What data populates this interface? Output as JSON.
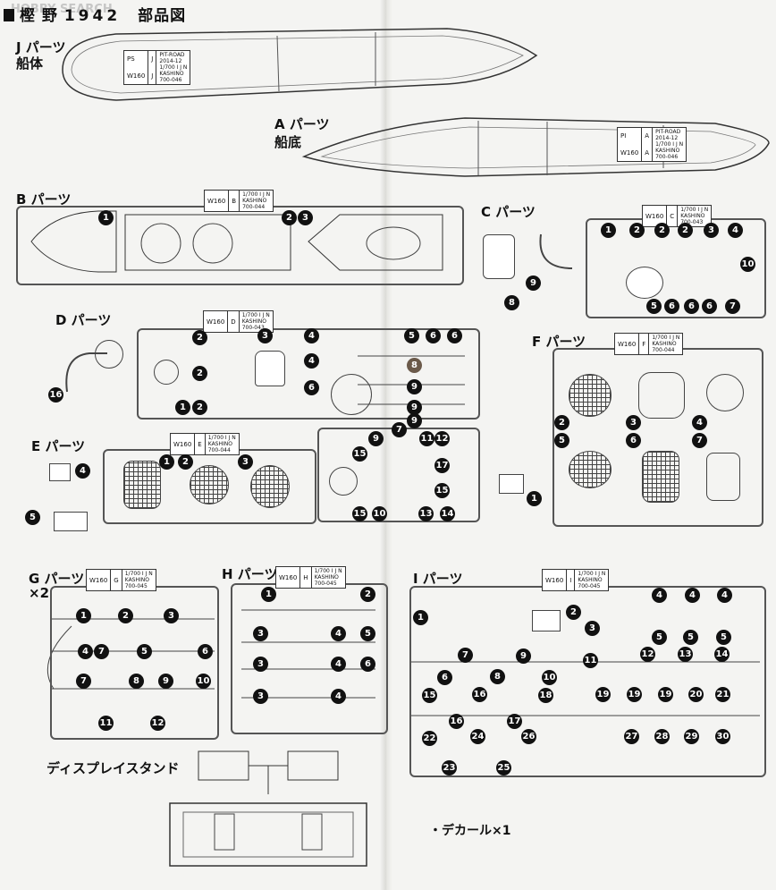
{
  "header": {
    "mark": "■",
    "title_kanji": "樫 野",
    "title_year": "1942",
    "title_suffix": "部品図",
    "watermark": "HOBBY SEARCH"
  },
  "parts": {
    "J": {
      "label": "J パーツ",
      "sub": "船体",
      "tag": [
        "PS",
        "J",
        "W160",
        "J"
      ],
      "tag_text": [
        "PIT-ROAD",
        "2014-12",
        "1/700 I J N",
        "KASHINO",
        "700-046"
      ]
    },
    "A": {
      "label": "A パーツ",
      "sub": "船底",
      "tag": [
        "PI",
        "A",
        "W160",
        "A"
      ],
      "tag_text": [
        "PIT-ROAD",
        "2014-12",
        "1/700 I J N",
        "KASHINO",
        "700-046"
      ]
    },
    "B": {
      "label": "B パーツ",
      "tag": [
        "W160",
        "B"
      ],
      "tag_text": [
        "1/700 I J N",
        "KASHINO",
        "700-044"
      ],
      "numbers": [
        "1",
        "2",
        "3"
      ]
    },
    "C": {
      "label": "C パーツ",
      "tag": [
        "W160",
        "C"
      ],
      "tag_text": [
        "1/700 I J N",
        "KASHINO",
        "700-043"
      ],
      "numbers": [
        "1",
        "2",
        "2",
        "2",
        "3",
        "4",
        "5",
        "6",
        "6",
        "6",
        "7",
        "8",
        "9",
        "10"
      ]
    },
    "D": {
      "label": "D パーツ",
      "tag": [
        "W160",
        "D"
      ],
      "tag_text": [
        "1/700 I J N",
        "KASHINO",
        "700-043"
      ],
      "numbers": [
        "2",
        "2",
        "1",
        "2",
        "3",
        "4",
        "4",
        "5",
        "6",
        "6",
        "6",
        "7",
        "8",
        "9",
        "9",
        "9",
        "9",
        "11",
        "12",
        "15",
        "17",
        "15",
        "15",
        "10",
        "13",
        "14",
        "16"
      ]
    },
    "E": {
      "label": "E パーツ",
      "tag": [
        "W160",
        "E"
      ],
      "tag_text": [
        "1/700 I J N",
        "KASHINO",
        "700-044"
      ],
      "numbers": [
        "1",
        "2",
        "3",
        "4",
        "5"
      ]
    },
    "F": {
      "label": "F パーツ",
      "tag": [
        "W160",
        "F"
      ],
      "tag_text": [
        "1/700 I J N",
        "KASHINO",
        "700-044"
      ],
      "numbers": [
        "2",
        "3",
        "4",
        "5",
        "6",
        "7",
        "1"
      ]
    },
    "G": {
      "label": "G パーツ",
      "mult": "×2",
      "tag": [
        "W160",
        "G"
      ],
      "tag_text": [
        "1/700 I J N",
        "KASHINO",
        "700-045"
      ],
      "numbers": [
        "1",
        "2",
        "3",
        "4",
        "7",
        "5",
        "6",
        "7",
        "8",
        "9",
        "10",
        "11",
        "12"
      ]
    },
    "H": {
      "label": "H パーツ",
      "tag": [
        "W160",
        "H"
      ],
      "tag_text": [
        "1/700 I J N",
        "KASHINO",
        "700-045"
      ],
      "numbers": [
        "1",
        "2",
        "3",
        "4",
        "5",
        "3",
        "4",
        "6",
        "3",
        "4"
      ]
    },
    "I": {
      "label": "I パーツ",
      "tag": [
        "W160",
        "I"
      ],
      "tag_text": [
        "1/700 I J N",
        "KASHINO",
        "700-045"
      ],
      "numbers": [
        "1",
        "2",
        "3",
        "4",
        "4",
        "4",
        "5",
        "5",
        "5",
        "6",
        "7",
        "8",
        "9",
        "10",
        "11",
        "12",
        "13",
        "14",
        "15",
        "16",
        "16",
        "17",
        "18",
        "19",
        "19",
        "19",
        "20",
        "21",
        "22",
        "23",
        "24",
        "25",
        "26",
        "27",
        "28",
        "29",
        "30"
      ]
    }
  },
  "display_stand": "ディスプレイスタンド",
  "decal": "・デカール×1"
}
